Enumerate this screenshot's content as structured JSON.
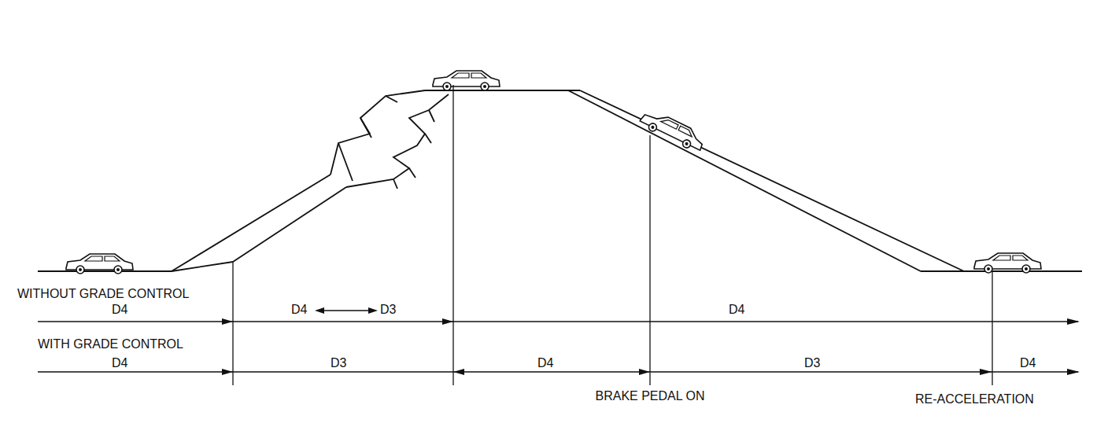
{
  "diagram": {
    "labels": [
      "WITHOUT GRADE CONTROL",
      "D4",
      "D4",
      "D3",
      "D4",
      "WITH GRADE CONTROL",
      "D4",
      "D3",
      "D4",
      "D3",
      "D4",
      "BRAKE PEDAL ON",
      "RE-ACCELERATION"
    ]
  }
}
